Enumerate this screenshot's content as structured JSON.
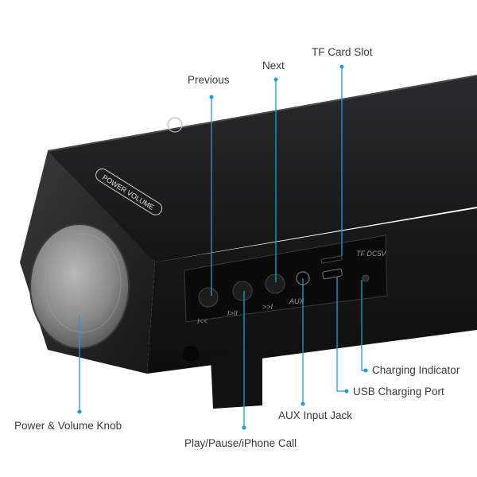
{
  "colors": {
    "callout": "#1f9bd6",
    "body": "#1c1c1d",
    "panel": "#0c0c0d",
    "knob": "#8d8d8d",
    "label_text": "#3a3a3a"
  },
  "device": {
    "knob_label": "POWER VOLUME",
    "port_labels": {
      "previous": "I<<",
      "play_pause": "I>II",
      "next": ">>I",
      "aux": "AUX",
      "tf_dc": "TF DC5V"
    }
  },
  "callouts": {
    "previous": "Previous",
    "next": "Next",
    "tf_card_slot": "TF Card Slot",
    "charging_indicator": "Charging Indicator",
    "usb_charging_port": "USB Charging Port",
    "aux_input_jack": "AUX Input Jack",
    "play_pause_call": "Play/Pause/iPhone Call",
    "power_volume_knob": "Power & Volume Knob"
  }
}
